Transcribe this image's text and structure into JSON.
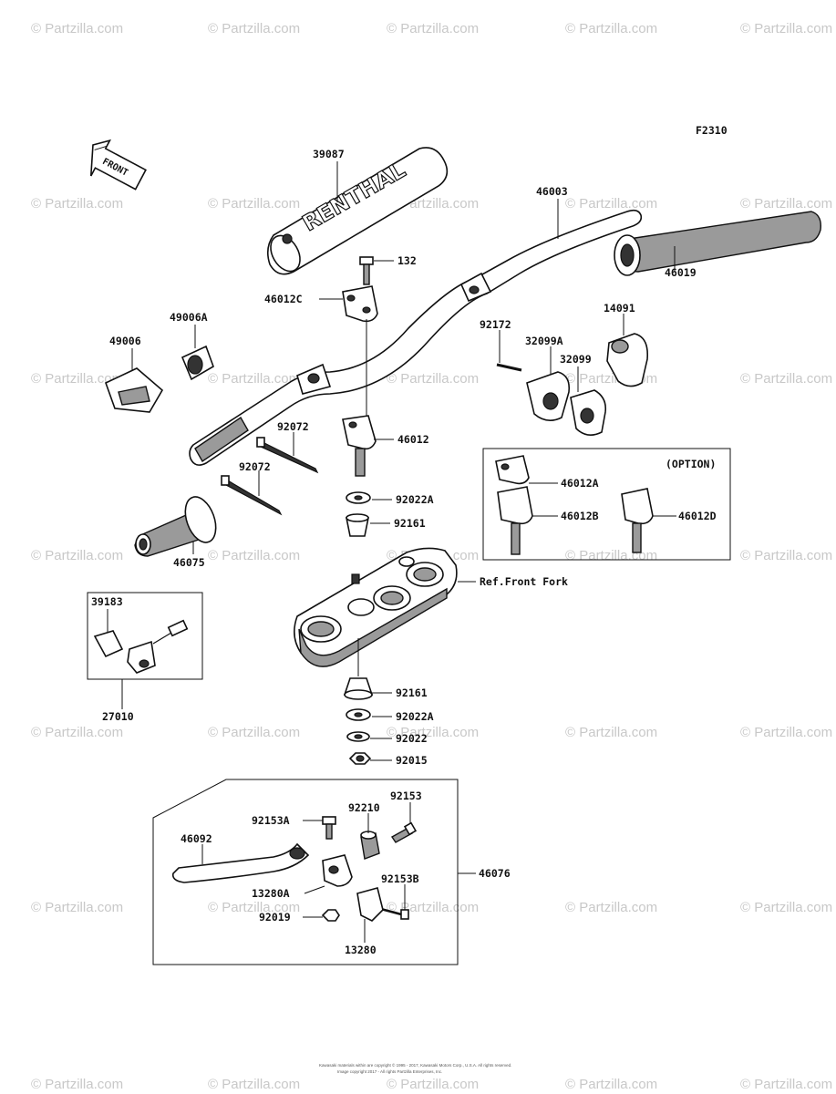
{
  "diagram_code": "F2310",
  "watermark_text": "© Partzilla.com",
  "front_arrow_text": "FRONT",
  "grip_brand_text": "RENTHAL",
  "option_label": "(OPTION)",
  "ref_text": "Ref.Front Fork",
  "copyright_line1": "Kawasaki materials within are copyright © 1995 - 2017, Kawasaki Motors Corp., U.S.A. All rights reserved.",
  "copyright_line2": "Image copyright 2017 - All rights Partzilla Enterprises, Inc.",
  "parts": {
    "p39087": "39087",
    "p46003": "46003",
    "p132": "132",
    "p46012c": "46012C",
    "p46019": "46019",
    "p49006a": "49006A",
    "p49006": "49006",
    "p92172": "92172",
    "p32099a": "32099A",
    "p32099": "32099",
    "p14091": "14091",
    "p92072a": "92072",
    "p92072b": "92072",
    "p46012": "46012",
    "p46012a": "46012A",
    "p46012b": "46012B",
    "p46012d": "46012D",
    "p92022a_top": "92022A",
    "p92161_top": "92161",
    "p46075": "46075",
    "p39183": "39183",
    "p27010": "27010",
    "p92161_bot": "92161",
    "p92022a_bot": "92022A",
    "p92022": "92022",
    "p92015": "92015",
    "p92153": "92153",
    "p92210": "92210",
    "p92153a": "92153A",
    "p46092": "46092",
    "p46076": "46076",
    "p13280a": "13280A",
    "p92153b": "92153B",
    "p92019": "92019",
    "p13280": "13280"
  }
}
